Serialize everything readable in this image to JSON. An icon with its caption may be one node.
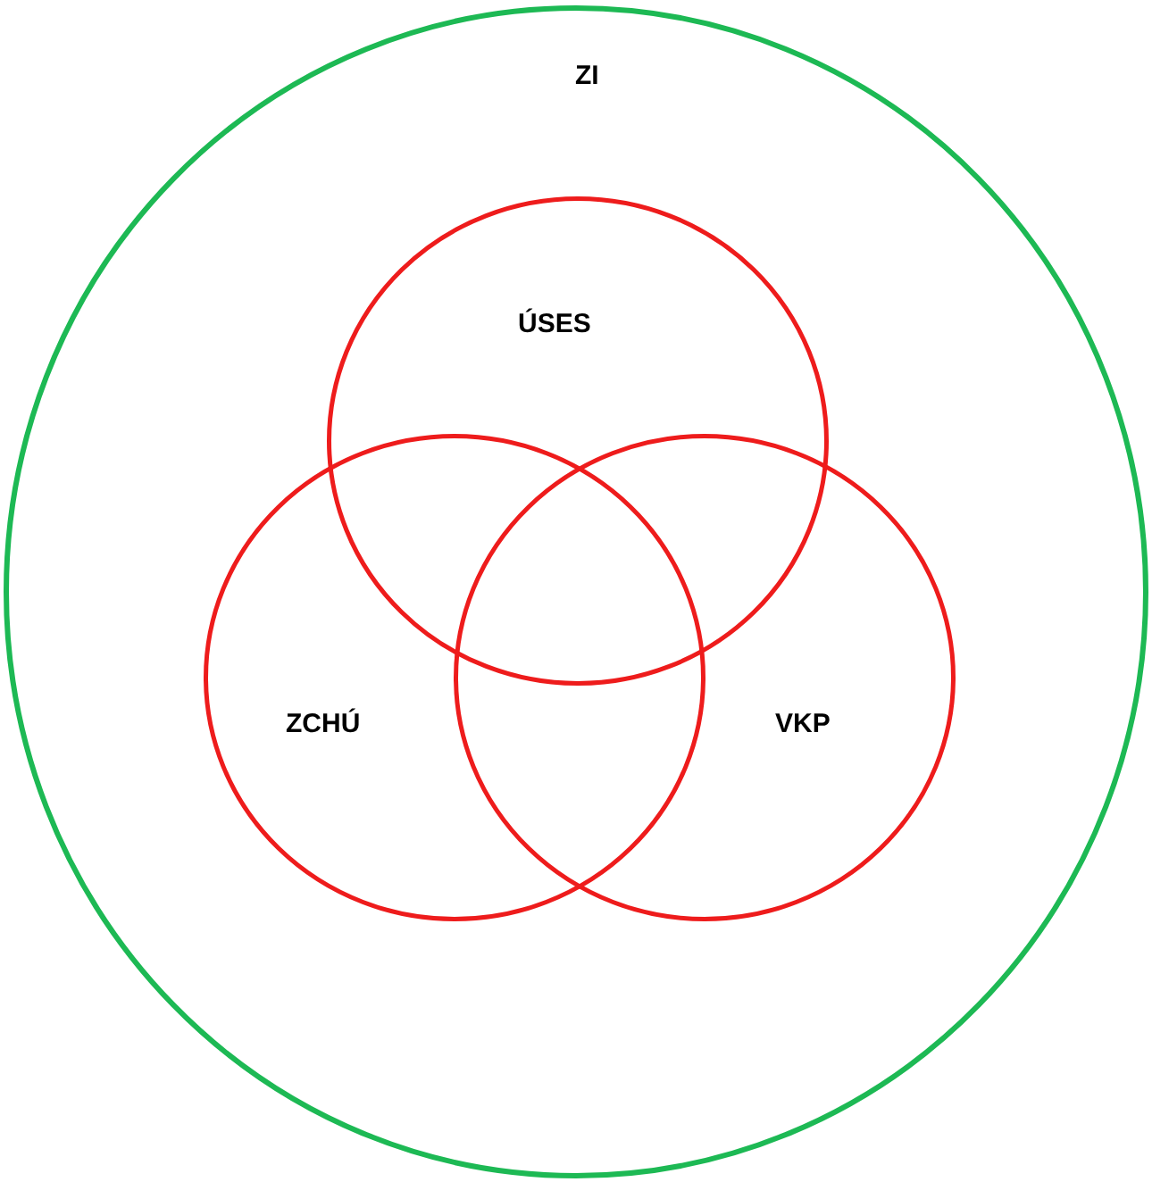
{
  "diagram": {
    "nodes": [
      {
        "text": [
          "ZI"
        ]
      },
      {
        "text": [
          "ÚSES"
        ],
        "in": 0
      },
      {
        "text": [
          "ZCHÚ"
        ],
        "in": 0
      },
      {
        "text": [
          "VKP"
        ],
        "in": 0
      }
    ]
  }
}
